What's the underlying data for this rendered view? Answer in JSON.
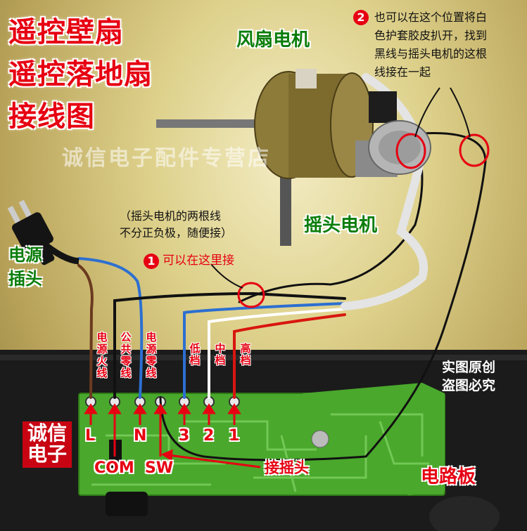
{
  "title_lines": [
    "遥控壁扇",
    "遥控落地扇",
    "接线图"
  ],
  "watermark": "诚信电子配件专营店",
  "labels": {
    "fan_motor": "风扇电机",
    "swing_motor": "摇头电机",
    "plug": [
      "电源",
      "插头"
    ],
    "circuit_board": "电路板",
    "connect_swing": "接摇头",
    "copyright": [
      "实图原创",
      "盗图必究"
    ],
    "stamp": [
      "诚信",
      "电子"
    ]
  },
  "notes": {
    "swing_wires": [
      "（摇头电机的两根线",
      "不分正负极，随便接）"
    ],
    "option1_num": "1",
    "option1_text": "可以在这里接",
    "option2_num": "2",
    "option2_lines": [
      "也可以在这个位置将白",
      "色护套胶皮扒开，找到",
      "黑线与摇头电机的这根",
      "线接在一起"
    ]
  },
  "wire_labels": [
    "电源火线",
    "公共零线",
    "电源零线",
    "低档",
    "中档",
    "高档"
  ],
  "terminals": [
    "L",
    "N",
    "3",
    "2",
    "1",
    "COM",
    "SW"
  ],
  "colors": {
    "title_red": "#e60012",
    "label_green": "#0a7d0a",
    "wire_brown": "#6b3a1f",
    "wire_blue": "#2d6fd1",
    "wire_black": "#111111",
    "wire_white": "#ffffff",
    "wire_red": "#d8160f",
    "board_green": "#4aa82c",
    "panel_black": "#1b1b1b"
  }
}
